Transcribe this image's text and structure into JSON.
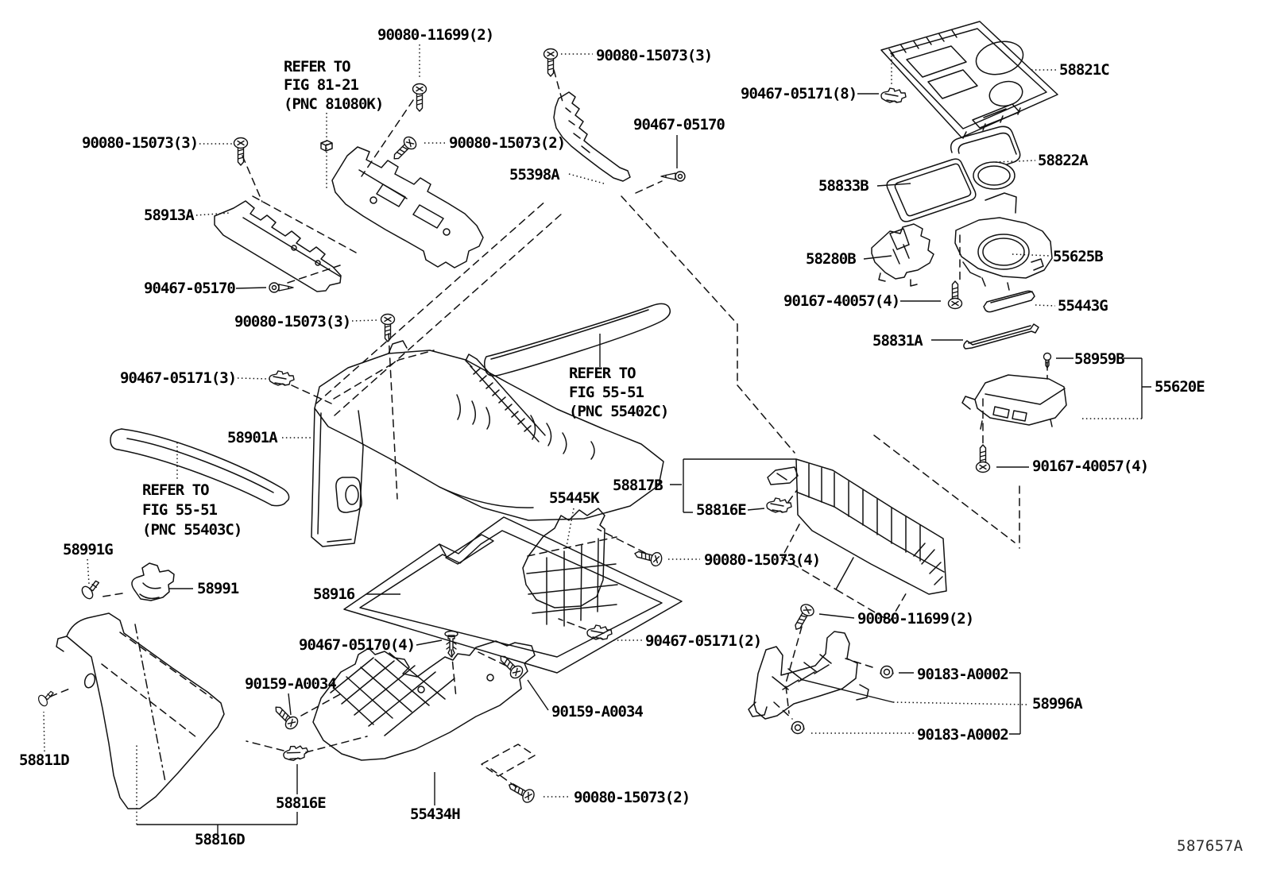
{
  "diagram": {
    "figure_code": "587657A",
    "background": "#ffffff",
    "line_color": "#111111"
  },
  "labels": [
    {
      "part_no": "90080-11699(2)"
    },
    {
      "part_no": "90080-15073(3)"
    },
    {
      "part_no": "90080-15073(2)"
    },
    {
      "part_no": "55398A"
    },
    {
      "part_no": "90467-05170"
    },
    {
      "part_no": "90467-05171(8)"
    },
    {
      "part_no": "58821C"
    },
    {
      "part_no": "58822A"
    },
    {
      "part_no": "58833B"
    },
    {
      "part_no": "58280B"
    },
    {
      "part_no": "55625B"
    },
    {
      "part_no": "90167-40057(4)"
    },
    {
      "part_no": "55443G"
    },
    {
      "part_no": "58831A"
    },
    {
      "part_no": "58959B"
    },
    {
      "part_no": "55620E"
    },
    {
      "part_no": "90167-40057(4)"
    },
    {
      "part_no": "90080-15073(3)"
    },
    {
      "part_no": "58913A"
    },
    {
      "part_no": "90467-05170"
    },
    {
      "part_no": "90080-15073(3)"
    },
    {
      "part_no": "90467-05171(3)"
    },
    {
      "part_no": "58901A"
    },
    {
      "part_no": "58991G"
    },
    {
      "part_no": "58991"
    },
    {
      "part_no": "58916"
    },
    {
      "part_no": "55445K"
    },
    {
      "part_no": "58817B"
    },
    {
      "part_no": "58816E"
    },
    {
      "part_no": "90080-15073(4)"
    },
    {
      "part_no": "90467-05170(4)"
    },
    {
      "part_no": "90159-A0034"
    },
    {
      "part_no": "90467-05171(2)"
    },
    {
      "part_no": "90159-A0034"
    },
    {
      "part_no": "58811D"
    },
    {
      "part_no": "58816E"
    },
    {
      "part_no": "58816D"
    },
    {
      "part_no": "55434H"
    },
    {
      "part_no": "90080-15073(2)"
    },
    {
      "part_no": "90080-11699(2)"
    },
    {
      "part_no": "90183-A0002"
    },
    {
      "part_no": "58996A"
    },
    {
      "part_no": "90183-A0002"
    }
  ],
  "notes": [
    {
      "lines": [
        "REFER TO",
        "FIG 81-21",
        "(PNC 81080K)"
      ]
    },
    {
      "lines": [
        "REFER TO",
        "FIG 55-51",
        "(PNC 55402C)"
      ]
    },
    {
      "lines": [
        "REFER TO",
        "FIG 55-51",
        "(PNC 55403C)"
      ]
    }
  ]
}
